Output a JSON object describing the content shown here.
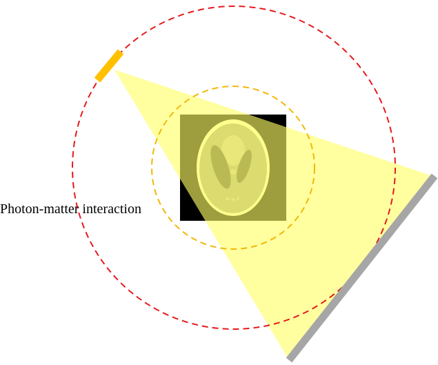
{
  "diagram": {
    "annotation_text": "Photon-matter interaction",
    "colors": {
      "background": "#ffffff",
      "source_orbit": "#e41a1c",
      "field_of_view": "#f2b705",
      "source": "#ffc000",
      "beam": "#ffff66",
      "detector": "#a6a6a6",
      "phantom_background": "#000000",
      "phantom_skull": "#ffffcc",
      "phantom_brain": "#a4a07e",
      "phantom_ventricles": "#4b4a3a",
      "label_text": "#000000"
    },
    "elements": {
      "source_orbit": "dashed-circle",
      "field_of_view": "dashed-circle",
      "xray_source": "source-bar",
      "beam": "fan-beam",
      "detector": "detector-bar",
      "phantom": "shepp-logan-phantom"
    }
  }
}
